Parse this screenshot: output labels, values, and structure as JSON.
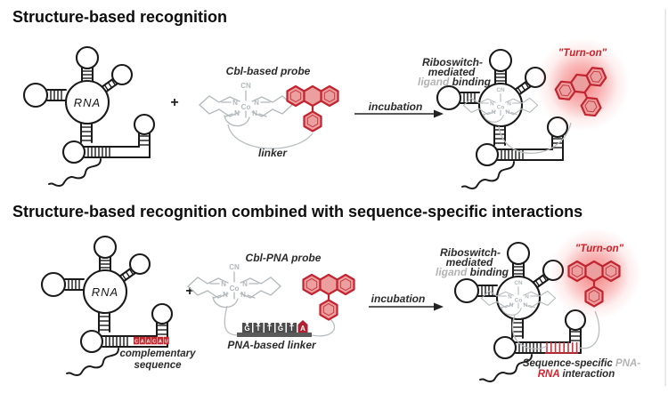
{
  "s1": {
    "title": "Structure-based recognition",
    "rna_label": "RNA",
    "plus": "+",
    "probe_label": "Cbl-based probe",
    "linker_label": "linker",
    "arrow_label": "incubation",
    "riboswitch_line1": "Riboswitch-",
    "riboswitch_line2": "mediated",
    "ligand_word": "ligand",
    "binding_word": " binding",
    "turn_on": "\"Turn-on\""
  },
  "s2": {
    "title": "Structure-based recognition combined with sequence-specific interactions",
    "rna_label": "RNA",
    "plus": "+",
    "probe_label": "Cbl-PNA probe",
    "pna_linker_label": "PNA-based linker",
    "pna_letters": [
      "G",
      "T",
      "T",
      "G",
      "T",
      "A"
    ],
    "comp_letters": [
      "C",
      "A",
      "A",
      "C",
      "A",
      "U"
    ],
    "comp_line1": "complementary",
    "comp_line2": "sequence",
    "arrow_label": "incubation",
    "riboswitch_line1": "Riboswitch-",
    "riboswitch_line2": "mediated",
    "ligand_word": "ligand",
    "binding_word": " binding",
    "turn_on": "\"Turn-on\"",
    "seq_black1": "Sequence-specific ",
    "seq_gray": "PNA-",
    "seq_red": "RNA",
    "seq_black2": " interaction"
  },
  "chem": {
    "cn": "CN",
    "co": "Co",
    "n": "N"
  },
  "colors": {
    "red_stroke": "#c32530",
    "red_fill": "#eb9f9f",
    "corrin_gray": "#b2b8bb",
    "glow": "#ee2b2b",
    "turn_on_red": "#cb2128",
    "ink": "#1a1a1a"
  }
}
